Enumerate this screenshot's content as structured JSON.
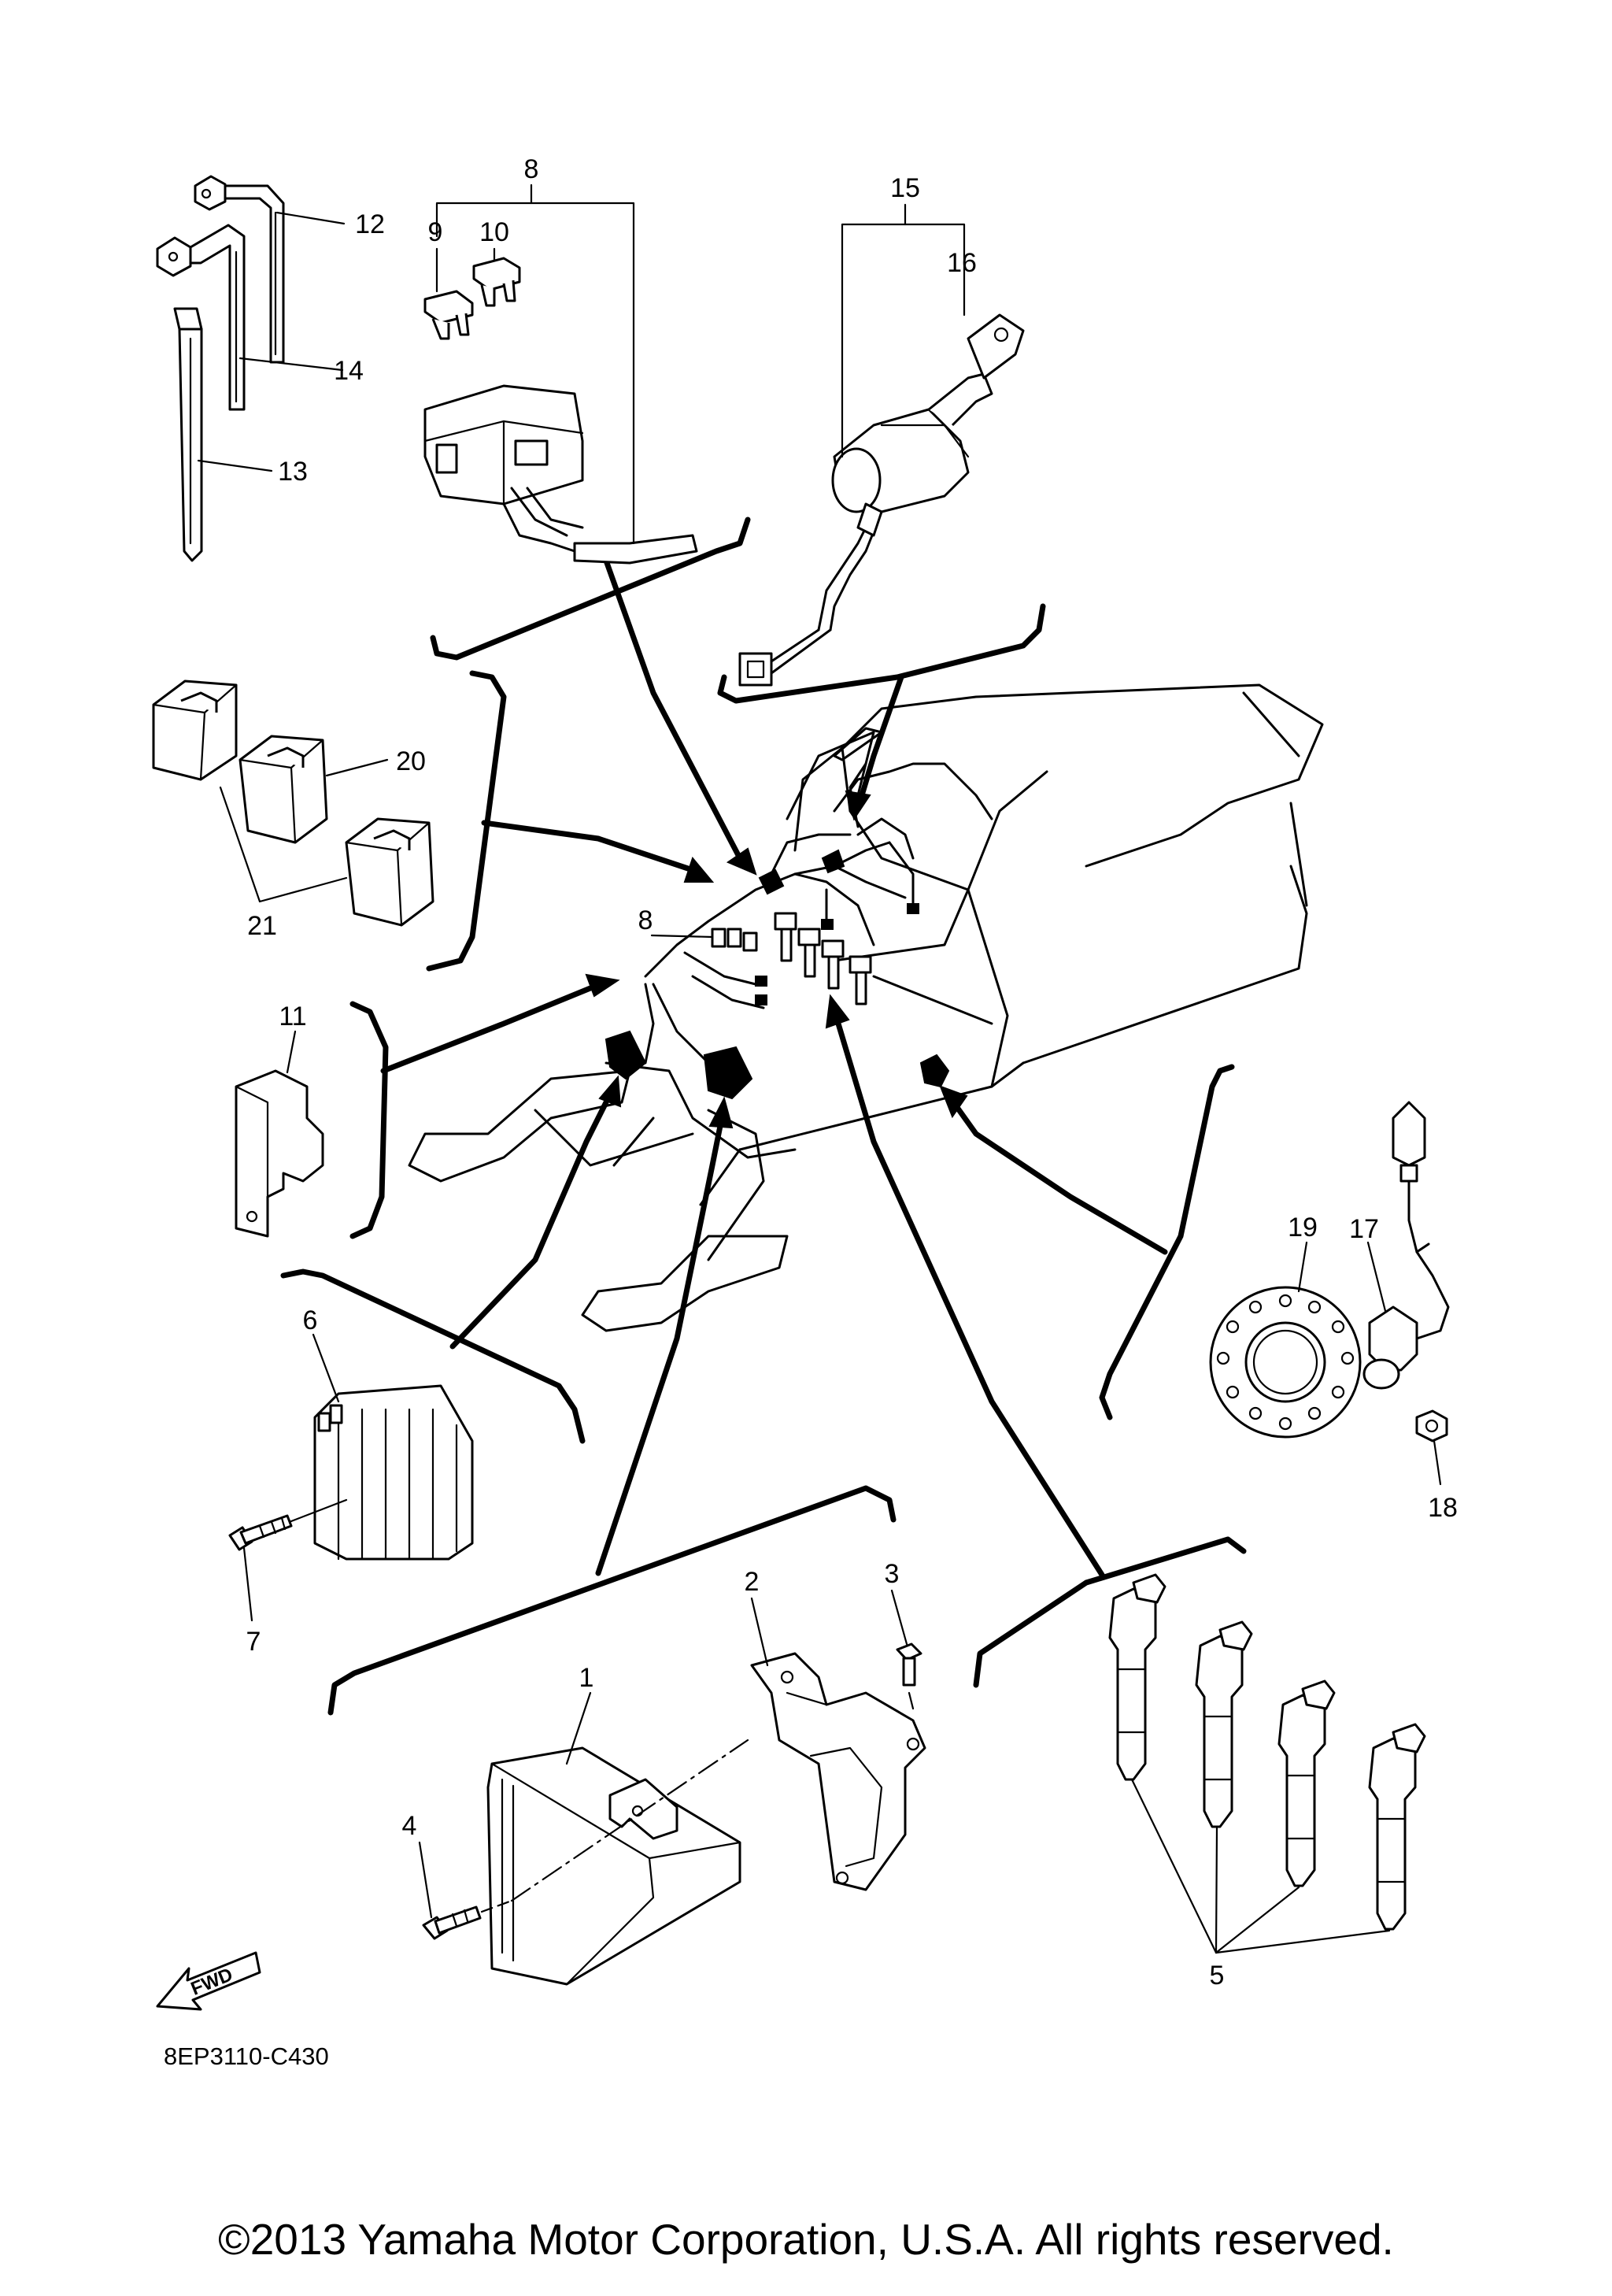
{
  "diagram": {
    "callouts": [
      {
        "id": "p1",
        "label": "1"
      },
      {
        "id": "p2",
        "label": "2"
      },
      {
        "id": "p3",
        "label": "3"
      },
      {
        "id": "p4",
        "label": "4"
      },
      {
        "id": "p5",
        "label": "5"
      },
      {
        "id": "p6",
        "label": "6"
      },
      {
        "id": "p7",
        "label": "7"
      },
      {
        "id": "p8",
        "label": "8"
      },
      {
        "id": "p8b",
        "label": "8"
      },
      {
        "id": "p9",
        "label": "9"
      },
      {
        "id": "p10",
        "label": "10"
      },
      {
        "id": "p11",
        "label": "11"
      },
      {
        "id": "p12",
        "label": "12"
      },
      {
        "id": "p13",
        "label": "13"
      },
      {
        "id": "p14",
        "label": "14"
      },
      {
        "id": "p15",
        "label": "15"
      },
      {
        "id": "p16",
        "label": "16"
      },
      {
        "id": "p17",
        "label": "17"
      },
      {
        "id": "p18",
        "label": "18"
      },
      {
        "id": "p19",
        "label": "19"
      },
      {
        "id": "p20",
        "label": "20"
      },
      {
        "id": "p21",
        "label": "21"
      }
    ],
    "fwd_label": "FWD",
    "diagram_code": "8EP3110-C430"
  },
  "footer": {
    "copyright": "©2013 Yamaha Motor Corporation, U.S.A. All rights reserved."
  }
}
